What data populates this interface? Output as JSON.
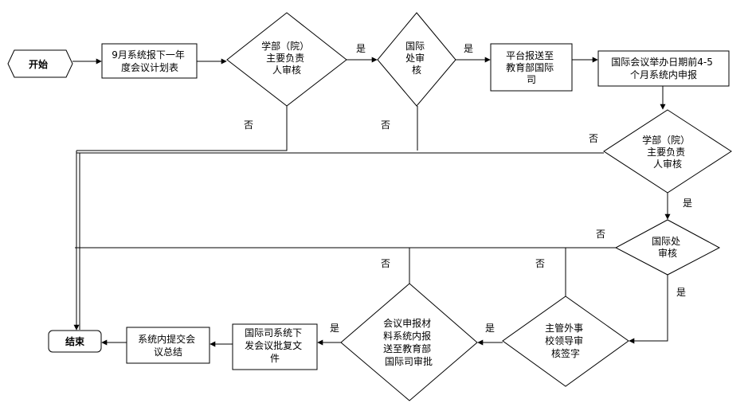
{
  "nodes": {
    "start": "开始",
    "submit_plan": [
      "9月系统报下一年",
      "度会议计划表"
    ],
    "dept_review_1": [
      "学部（院）",
      "主要负责",
      "人审核"
    ],
    "intl_office_1": [
      "国际",
      "处审",
      "核"
    ],
    "platform_submit": [
      "平台报送至",
      "教育部国际",
      "司"
    ],
    "apply_window": [
      "国际会议举办日期前4-5",
      "个月系统内申报"
    ],
    "dept_review_2": [
      "学部（院）",
      "主要负责",
      "人审核"
    ],
    "intl_office_2": [
      "国际处",
      "审核"
    ],
    "foreign_affairs": [
      "主管外事",
      "校领导审",
      "核签字"
    ],
    "moe_approval": [
      "会议申报材",
      "料系统内报",
      "送至教育部",
      "国际司审批"
    ],
    "approval_doc": [
      "国际司系统下",
      "发会议批复文",
      "件"
    ],
    "summary": [
      "系统内提交会",
      "议总结"
    ],
    "end": "结束"
  },
  "edges": {
    "yes": "是",
    "no": "否"
  },
  "colors": {
    "line": "#000000",
    "fill": "#ffffff"
  }
}
